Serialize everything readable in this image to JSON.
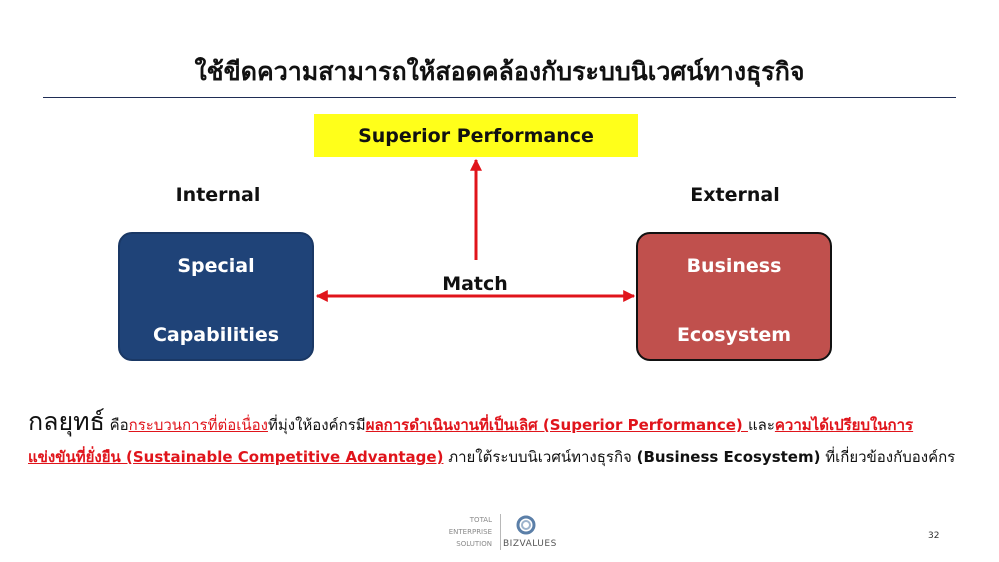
{
  "slide": {
    "title": "ใช้ขีดความสามารถให้สอดคล้องกับระบบนิเวศน์ทางธุรกิจ",
    "page_number": "32"
  },
  "diagram": {
    "top_box": "Superior  Performance",
    "label_internal": "Internal",
    "label_external": "External",
    "left_box": {
      "line1": "Special",
      "line2": "Capabilities"
    },
    "right_box": {
      "line1": "Business",
      "line2": "Ecosystem"
    },
    "center_label": "Match",
    "colors": {
      "yellow": "#ffff1a",
      "blue": "#1f4378",
      "red_box": "#c0504d",
      "arrow": "#e0141b"
    }
  },
  "paragraph": {
    "term": "กลยุทธ์",
    "t1": "  คือ",
    "u1": "กระบวนการที่ต่อเนื่อง",
    "t2": "ที่มุ่งให้องค์กรมี",
    "u2": "ผลการดำเนินงานที่เป็นเลิศ (Superior Performance) ",
    "t3": " และ",
    "u3": "ความได้เปรียบในการแข่งขันที่ยั่งยืน (Sustainable Competitive Advantage)",
    "t4": " ภายใต้ระบบนิเวศน์ทางธุรกิจ ",
    "b1": "(Business Ecosystem)",
    "t5": " ที่เกี่ยวข้องกับองค์กร"
  },
  "footer": {
    "line1": "TOTAL",
    "line2": "ENTERPRISE",
    "line3": "SOLUTION",
    "brand": "BIZVALUES",
    "icon": "bizvalues-logo-icon"
  }
}
